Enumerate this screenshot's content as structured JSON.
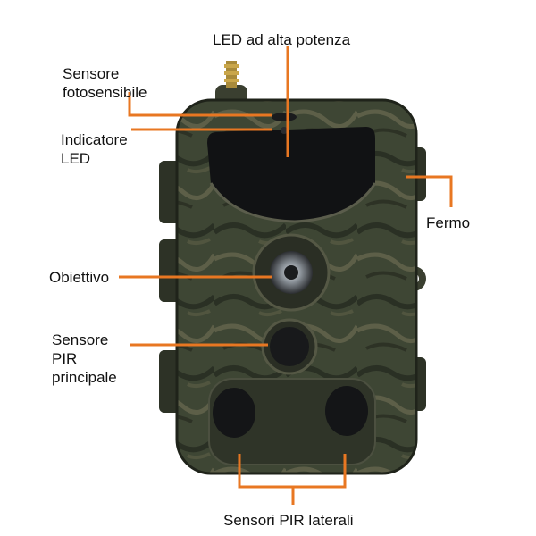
{
  "labels": {
    "led_power": "LED ad alta potenza",
    "photosensor": [
      "Sensore",
      "fotosensibile"
    ],
    "indicator_led": [
      "Indicatore",
      "LED"
    ],
    "latch": "Fermo",
    "lens": "Obiettivo",
    "pir_main": [
      "Sensore",
      "PIR",
      "principale"
    ],
    "pir_side": "Sensori PIR laterali"
  },
  "colors": {
    "callout": "#e87722",
    "camo_base": "#3e4634",
    "camo_dark": "#262a20",
    "camo_light": "#6b6a52"
  }
}
